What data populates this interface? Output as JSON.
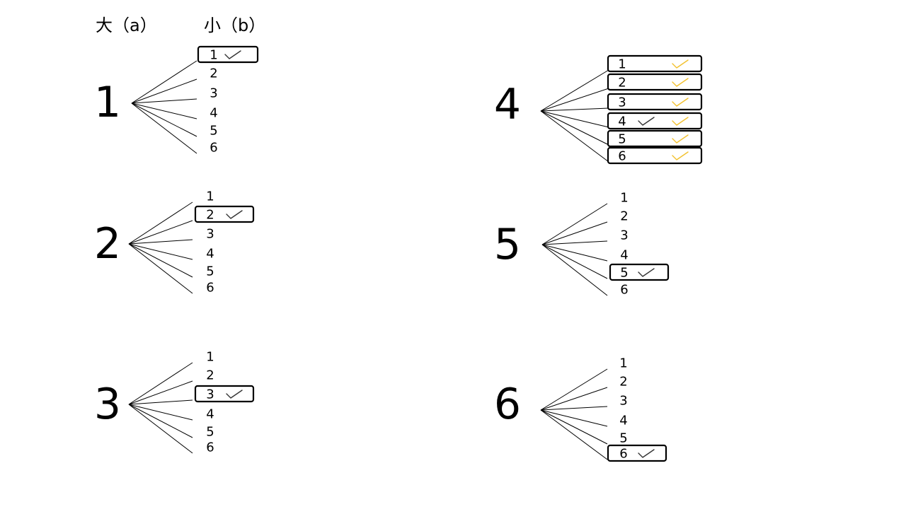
{
  "headers": {
    "large": "大（a）",
    "small": "小（b）"
  },
  "colors": {
    "line": "#000000",
    "check_dark": "#333333",
    "check_gold": "#f2c12e"
  },
  "icons": {
    "check": "check-icon"
  },
  "trees": [
    {
      "large": "1",
      "small": [
        {
          "label": "1",
          "boxed": true,
          "checks": [
            "dark"
          ]
        },
        {
          "label": "2",
          "boxed": false,
          "checks": []
        },
        {
          "label": "3",
          "boxed": false,
          "checks": []
        },
        {
          "label": "4",
          "boxed": false,
          "checks": []
        },
        {
          "label": "5",
          "boxed": false,
          "checks": []
        },
        {
          "label": "6",
          "boxed": false,
          "checks": []
        }
      ]
    },
    {
      "large": "2",
      "small": [
        {
          "label": "1",
          "boxed": false,
          "checks": []
        },
        {
          "label": "2",
          "boxed": true,
          "checks": [
            "dark"
          ]
        },
        {
          "label": "3",
          "boxed": false,
          "checks": []
        },
        {
          "label": "4",
          "boxed": false,
          "checks": []
        },
        {
          "label": "5",
          "boxed": false,
          "checks": []
        },
        {
          "label": "6",
          "boxed": false,
          "checks": []
        }
      ]
    },
    {
      "large": "3",
      "small": [
        {
          "label": "1",
          "boxed": false,
          "checks": []
        },
        {
          "label": "2",
          "boxed": false,
          "checks": []
        },
        {
          "label": "3",
          "boxed": true,
          "checks": [
            "dark"
          ]
        },
        {
          "label": "4",
          "boxed": false,
          "checks": []
        },
        {
          "label": "5",
          "boxed": false,
          "checks": []
        },
        {
          "label": "6",
          "boxed": false,
          "checks": []
        }
      ]
    },
    {
      "large": "4",
      "small": [
        {
          "label": "1",
          "boxed": true,
          "checks": [
            "gold"
          ]
        },
        {
          "label": "2",
          "boxed": true,
          "checks": [
            "gold"
          ]
        },
        {
          "label": "3",
          "boxed": true,
          "checks": [
            "gold"
          ]
        },
        {
          "label": "4",
          "boxed": true,
          "checks": [
            "dark",
            "gold"
          ]
        },
        {
          "label": "5",
          "boxed": true,
          "checks": [
            "gold"
          ]
        },
        {
          "label": "6",
          "boxed": true,
          "checks": [
            "gold"
          ]
        }
      ]
    },
    {
      "large": "5",
      "small": [
        {
          "label": "1",
          "boxed": false,
          "checks": []
        },
        {
          "label": "2",
          "boxed": false,
          "checks": []
        },
        {
          "label": "3",
          "boxed": false,
          "checks": []
        },
        {
          "label": "4",
          "boxed": false,
          "checks": []
        },
        {
          "label": "5",
          "boxed": true,
          "checks": [
            "dark"
          ]
        },
        {
          "label": "6",
          "boxed": false,
          "checks": []
        }
      ]
    },
    {
      "large": "6",
      "small": [
        {
          "label": "1",
          "boxed": false,
          "checks": []
        },
        {
          "label": "2",
          "boxed": false,
          "checks": []
        },
        {
          "label": "3",
          "boxed": false,
          "checks": []
        },
        {
          "label": "4",
          "boxed": false,
          "checks": []
        },
        {
          "label": "5",
          "boxed": false,
          "checks": []
        },
        {
          "label": "6",
          "boxed": true,
          "checks": [
            "dark"
          ]
        }
      ]
    }
  ]
}
